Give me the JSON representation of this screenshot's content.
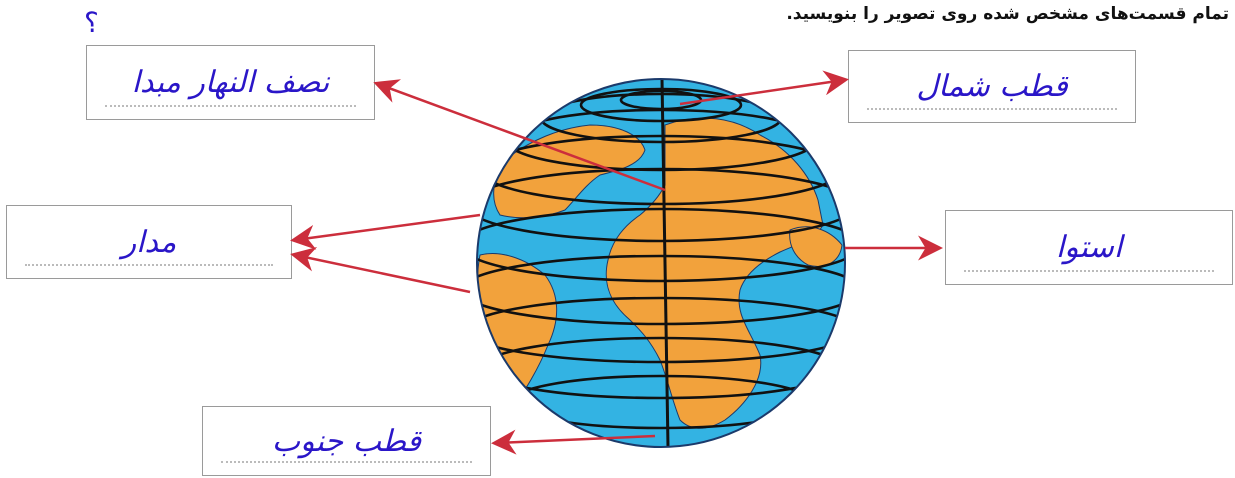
{
  "instruction": "تمام قسمت‌های مشخص شده روی تصویر را بنویسید.",
  "labels": {
    "prime_meridian": "نصف النهار مبدا",
    "north_pole": "قطب شمال",
    "tropics": "مدار",
    "equator": "استوا",
    "south_pole": "قطب جنوب"
  },
  "margin_mark": "؟",
  "colors": {
    "ocean": "#33b3e3",
    "land": "#f2a23c",
    "arrow": "#cc2e3c",
    "handwriting": "#2a16c8",
    "grid_lines": "#111111"
  }
}
